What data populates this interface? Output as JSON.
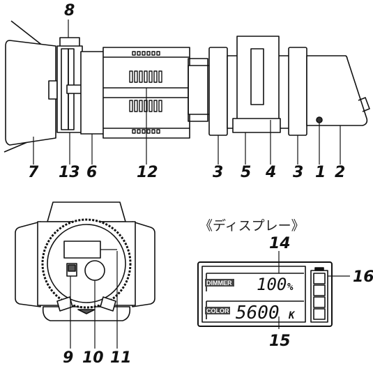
{
  "labels": {
    "n1": "1",
    "n2": "2",
    "n3a": "3",
    "n3b": "3",
    "n4": "4",
    "n5": "5",
    "n6": "6",
    "n7": "7",
    "n8": "8",
    "n9": "9",
    "n10": "10",
    "n11": "11",
    "n12": "12",
    "n13": "13",
    "n14": "14",
    "n15": "15",
    "n16": "16"
  },
  "display": {
    "caption": "《ディスプレー》",
    "dimmer_tag": "DIMMER",
    "dimmer_value": "100",
    "dimmer_unit": "%",
    "color_tag": "COLOR",
    "color_value": "5600",
    "color_unit": "K"
  }
}
